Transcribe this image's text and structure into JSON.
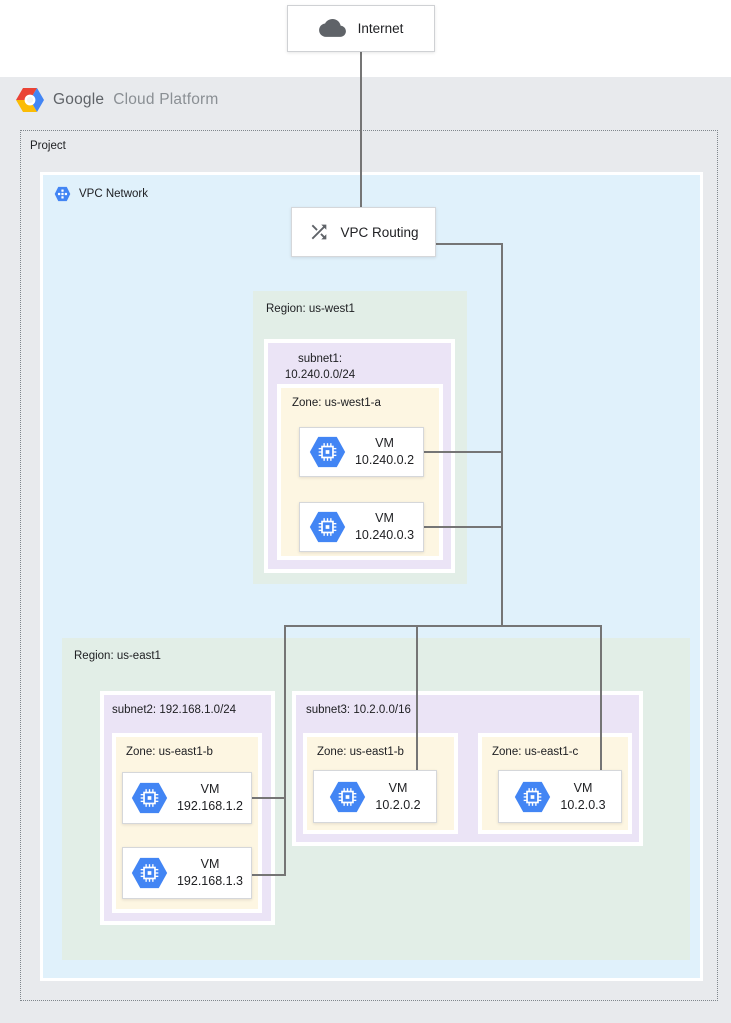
{
  "header": {
    "logo_word1": "Google",
    "logo_word2": "Cloud Platform"
  },
  "internet": {
    "label": "Internet"
  },
  "project": {
    "label": "Project"
  },
  "vpc": {
    "label": "VPC Network",
    "routing_label": "VPC Routing"
  },
  "region_west": {
    "label": "Region: us-west1",
    "subnet1": {
      "title_line1": "subnet1:",
      "title_line2": "10.240.0.0/24",
      "zone": {
        "label": "Zone: us-west1-a",
        "vm1": {
          "name": "VM",
          "ip": "10.240.0.2"
        },
        "vm2": {
          "name": "VM",
          "ip": "10.240.0.3"
        }
      }
    }
  },
  "region_east": {
    "label": "Region: us-east1",
    "subnet2": {
      "title": "subnet2: 192.168.1.0/24",
      "zone": {
        "label": "Zone: us-east1-b",
        "vm1": {
          "name": "VM",
          "ip": "192.168.1.2"
        },
        "vm2": {
          "name": "VM",
          "ip": "192.168.1.3"
        }
      }
    },
    "subnet3": {
      "title": "subnet3: 10.2.0.0/16",
      "zone_b": {
        "label": "Zone: us-east1-b",
        "vm": {
          "name": "VM",
          "ip": "10.2.0.2"
        }
      },
      "zone_c": {
        "label": "Zone: us-east1-c",
        "vm": {
          "name": "VM",
          "ip": "10.2.0.3"
        }
      }
    }
  },
  "colors": {
    "canvas_gray": "#e8eaed",
    "vpc_blue": "#e0f1fb",
    "region_green": "#e2eee7",
    "subnet_purple": "#ebe4f6",
    "zone_yellow": "#fdf6e2",
    "accent_blue": "#4285f4",
    "icon_gray": "#5f6368",
    "line_gray": "#757575",
    "logo_red": "#ea4335",
    "logo_yellow": "#fbbc05"
  }
}
